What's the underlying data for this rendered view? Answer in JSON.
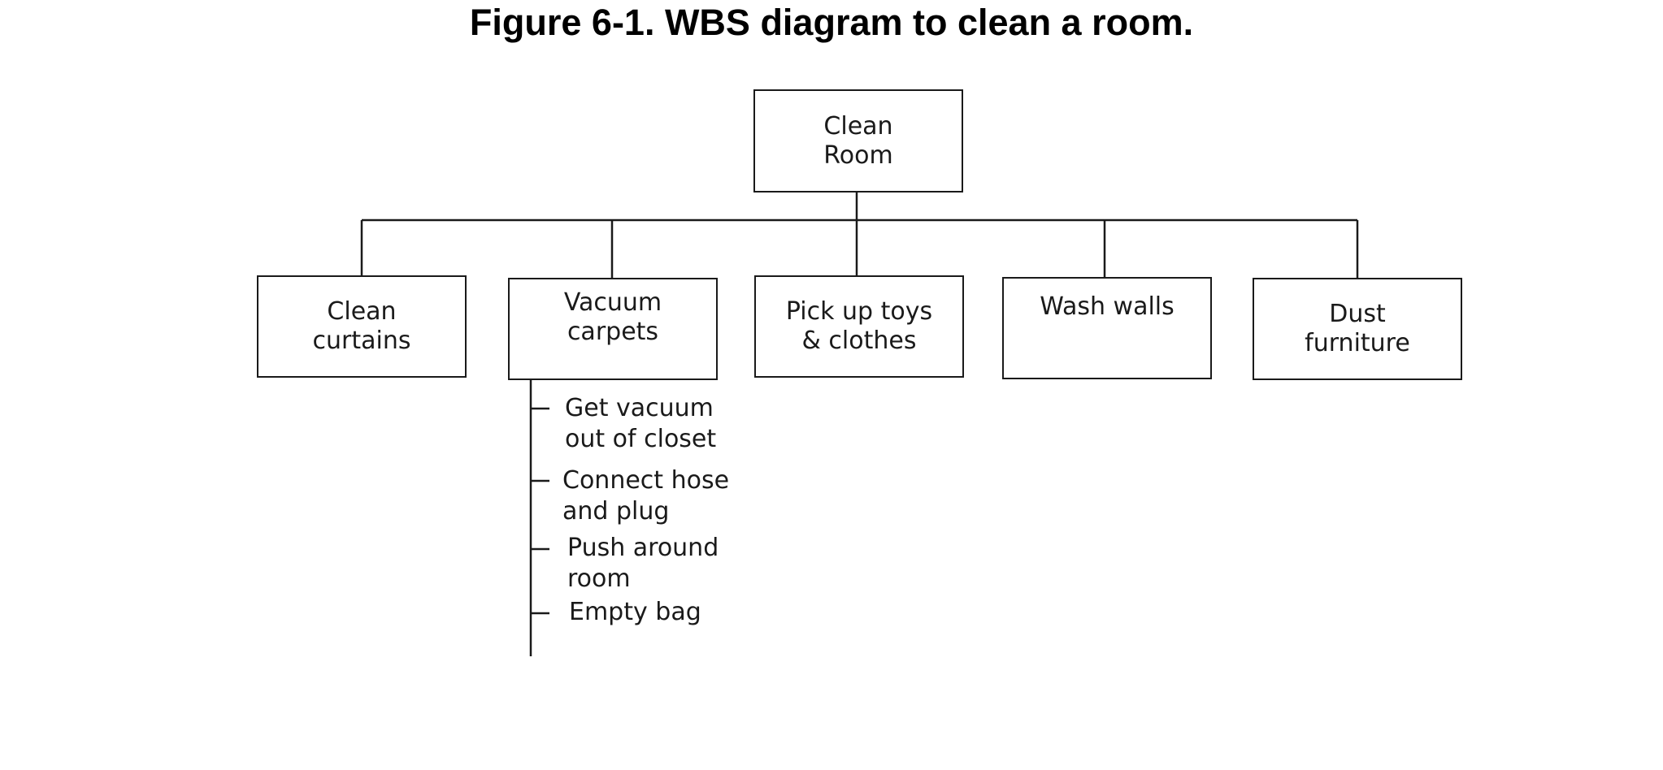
{
  "figure": {
    "title": "Figure 6-1.  WBS diagram to clean a room."
  },
  "root": {
    "label": "Clean\nRoom"
  },
  "children": [
    {
      "label": "Clean\ncurtains"
    },
    {
      "label": "Vacuum\ncarpets"
    },
    {
      "label": "Pick  up toys\n& clothes"
    },
    {
      "label": "Wash  walls"
    },
    {
      "label": "Dust\nfurniture"
    }
  ],
  "subtasks": [
    {
      "label": "Get  vacuum\nout of closet"
    },
    {
      "label": "Connect  hose\nand plug"
    },
    {
      "label": "Push  around\nroom"
    },
    {
      "label": "Empty  bag"
    }
  ]
}
